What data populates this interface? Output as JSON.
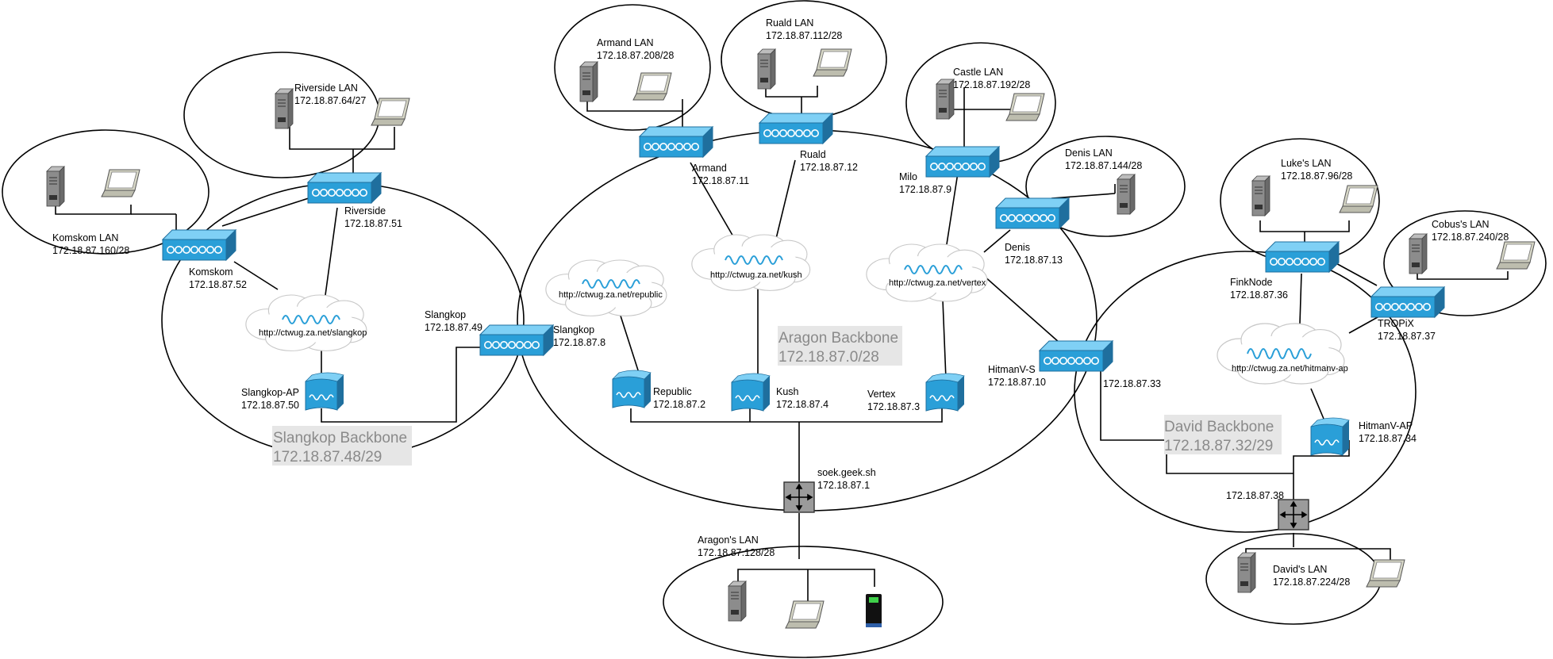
{
  "lan_labels": {
    "riverside": [
      "Riverside LAN",
      "172.18.87.64/27"
    ],
    "komskom": [
      "Komskom LAN",
      "172.18.87.160/28"
    ],
    "armand": [
      "Armand LAN",
      "172.18.87.208/28"
    ],
    "ruald": [
      "Ruald LAN",
      "172.18.87.112/28"
    ],
    "castle": [
      "Castle LAN",
      "172.18.87.192/28"
    ],
    "denis": [
      "Denis LAN",
      "172.18.87.144/28"
    ],
    "lukes": [
      "Luke's LAN",
      "172.18.87.96/28"
    ],
    "cobus": [
      "Cobus's LAN",
      "172.18.87.240/28"
    ],
    "aragon": [
      "Aragon's LAN",
      "172.18.87.128/28"
    ],
    "david": [
      "David's LAN",
      "172.18.87.224/28"
    ]
  },
  "node_labels": {
    "riverside": [
      "Riverside",
      "172.18.87.51"
    ],
    "komskom": [
      "Komskom",
      "172.18.87.52"
    ],
    "slangkop_ap": [
      "Slangkop-AP",
      "172.18.87.50"
    ],
    "slangkop_left": [
      "Slangkop",
      "172.18.87.49"
    ],
    "slangkop_right": [
      "Slangkop",
      "172.18.87.8"
    ],
    "armand": [
      "Armand",
      "172.18.87.11"
    ],
    "ruald": [
      "Ruald",
      "172.18.87.12"
    ],
    "milo": [
      "Milo",
      "172.18.87.9"
    ],
    "denis": [
      "Denis",
      "172.18.87.13"
    ],
    "republic": [
      "Republic",
      "172.18.87.2"
    ],
    "kush": [
      "Kush",
      "172.18.87.4"
    ],
    "vertex": [
      "Vertex",
      "172.18.87.3"
    ],
    "hitmanv_s": [
      "HitmanV-S",
      "172.18.87.10"
    ],
    "hitmanv_s_extra": "172.18.87.33",
    "soek": [
      "soek.geek.sh",
      "172.18.87.1"
    ],
    "finknode": [
      "FinkNode",
      "172.18.87.36"
    ],
    "tropix": [
      "TROPiX",
      "172.18.87.37"
    ],
    "hitmanv_ap": [
      "HitmanV-AP",
      "172.18.87.34"
    ],
    "david_router": "172.18.87.38"
  },
  "clouds": {
    "slangkop": "http://ctwug.za.net/slangkop",
    "republic": "http://ctwug.za.net/republic",
    "kush": "http://ctwug.za.net/kush",
    "vertex": "http://ctwug.za.net/vertex",
    "hitmanv": "http://ctwug.za.net/hitmanv-ap"
  },
  "backbones": {
    "slangkop": [
      "Slangkop Backbone",
      "172.18.87.48/29"
    ],
    "aragon": [
      "Aragon Backbone",
      "172.18.87.0/28"
    ],
    "david": [
      "David Backbone",
      "172.18.87.32/29"
    ]
  },
  "colors": {
    "device_blue": "#2a9fd8",
    "device_dark": "#1f6f9e",
    "device_light": "#7fd0f5",
    "router_gray": "#9b9b9b",
    "backbone_text": "#8a8a8a",
    "backbone_bg": "#e6e6e6"
  }
}
